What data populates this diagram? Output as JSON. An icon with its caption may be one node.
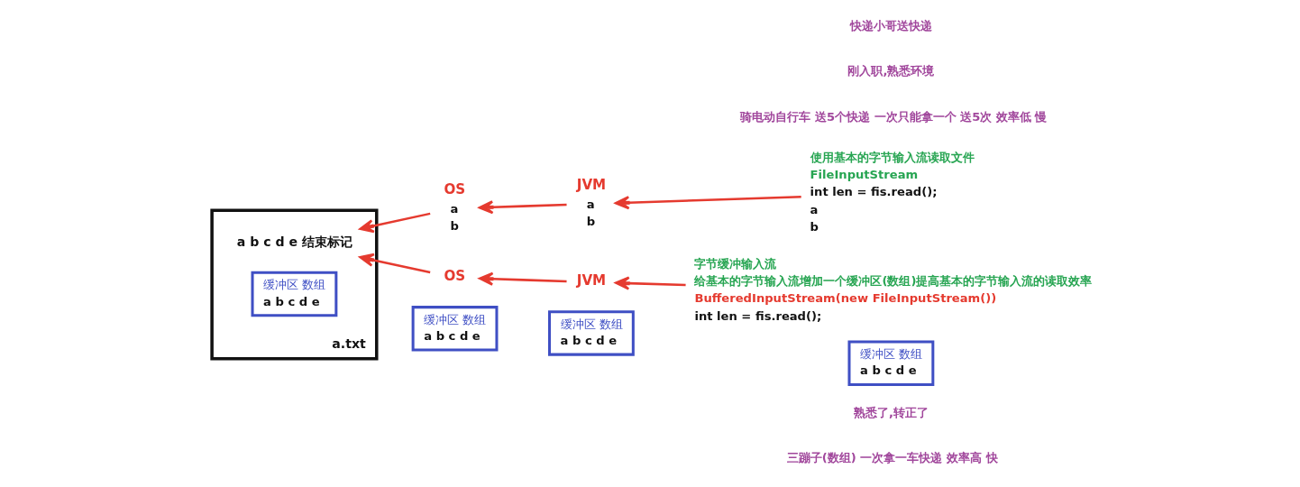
{
  "diagram": {
    "nodes": [
      {
        "text": [
          "a.txt"
        ]
      },
      {
        "text": [
          "a b c d e 结束标记"
        ],
        "in": 0
      },
      {
        "text": [
          "缓冲区 数组",
          "a b c d e"
        ],
        "in": 0
      },
      {
        "text": [
          "OS"
        ],
        "beside": [
          "a",
          "b"
        ]
      },
      {
        "text": [
          "JVM"
        ],
        "beside": [
          "a",
          "b"
        ]
      },
      {
        "text": [
          "使用基本的字节输入流读取文件",
          "FileInputStream",
          "int len = fis.read();"
        ],
        "beside": [
          "a",
          "b"
        ]
      },
      {
        "text": [
          "OS"
        ]
      },
      {
        "text": [
          "JVM"
        ]
      },
      {
        "text": [
          "字节缓冲输入流",
          "给基本的字节输入流增加一个缓冲区(数组)提高基本的字节输入流的读取效率",
          "BufferedInputStream(new FileInputStream())",
          "int len = fis.read();"
        ]
      },
      {
        "text": [
          "缓冲区 数组",
          "a b c d e"
        ]
      },
      {
        "text": [
          "缓冲区 数组",
          "a b c d e"
        ]
      },
      {
        "text": [
          "缓冲区 数组",
          "a b c d e"
        ]
      }
    ],
    "edges": [
      {
        "from": 5,
        "to": 4,
        "arrow": "to"
      },
      {
        "from": 4,
        "to": 3,
        "arrow": "to"
      },
      {
        "from": 3,
        "to": 1,
        "arrow": "to"
      },
      {
        "from": 8,
        "to": 7,
        "arrow": "to"
      },
      {
        "from": 7,
        "to": 6,
        "arrow": "to"
      },
      {
        "from": 6,
        "to": 1,
        "arrow": "to"
      }
    ],
    "labels": [
      "快递小哥送快递",
      "刚入职,熟悉环境",
      "骑电动自行车 送5个快递 一次只能拿一个 送5次 效率低 慢",
      "熟悉了,转正了",
      "三蹦子(数组) 一次拿一车快递 效率高 快"
    ]
  }
}
